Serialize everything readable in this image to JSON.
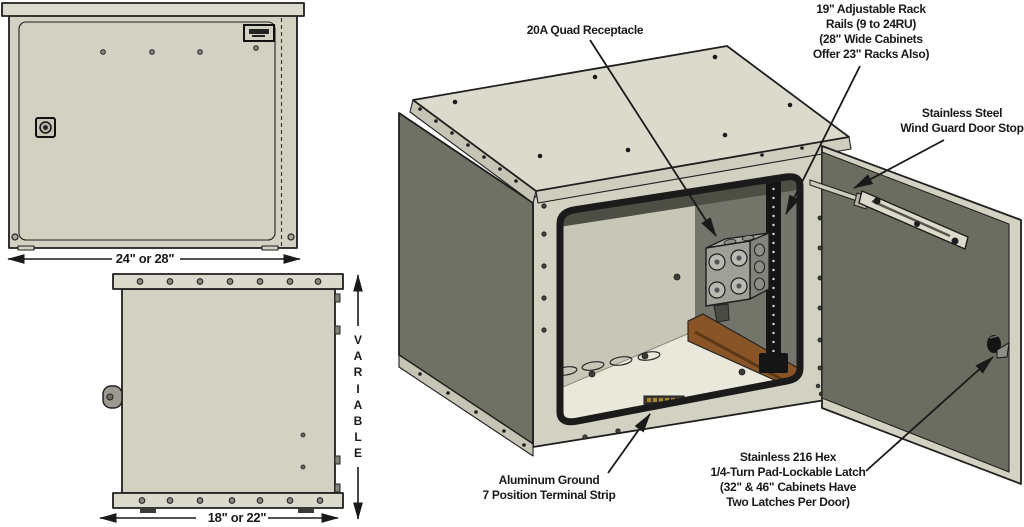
{
  "figure": {
    "type": "technical-illustration",
    "subject": "outdoor electrical enclosure cabinet, front view, side view and cutaway isometric view with open door"
  },
  "callouts": {
    "quad_receptacle": {
      "lines": [
        "20A Quad Receptacle"
      ]
    },
    "rack_rails": {
      "lines": [
        "19\" Adjustable Rack",
        "Rails (9 to 24RU)",
        "(28\" Wide Cabinets",
        "Offer 23\" Racks Also)"
      ]
    },
    "door_stop": {
      "lines": [
        "Stainless Steel",
        "Wind Guard Door Stop"
      ]
    },
    "ground_strip": {
      "lines": [
        "Aluminum Ground",
        "7 Position Terminal Strip"
      ]
    },
    "latch": {
      "lines": [
        "Stainless 216 Hex",
        "1/4-Turn Pad-Lockable Latch",
        "(32\" & 46\" Cabinets Have",
        "Two Latches Per Door)"
      ]
    }
  },
  "dimensions": {
    "front_width": "24\" or 28\"",
    "side_depth": "18\" or 22\"",
    "height_label": "VARIABLE",
    "height_letters": [
      "V",
      "A",
      "R",
      "I",
      "A",
      "B",
      "L",
      "E"
    ]
  },
  "colors": {
    "cabinet_beige": "#d3d1c2",
    "roof_beige": "#dcdacd",
    "fascia_beige": "#c6c4b5",
    "panel_dark": "#6f7164",
    "door_dark": "#6b6d61",
    "interior_wall": "#c8c6b7",
    "interior_floor": "#eae8db",
    "gasket_black": "#1b1b1b",
    "wood_brown": "#8a5526",
    "line_black": "#1a1a1a"
  }
}
